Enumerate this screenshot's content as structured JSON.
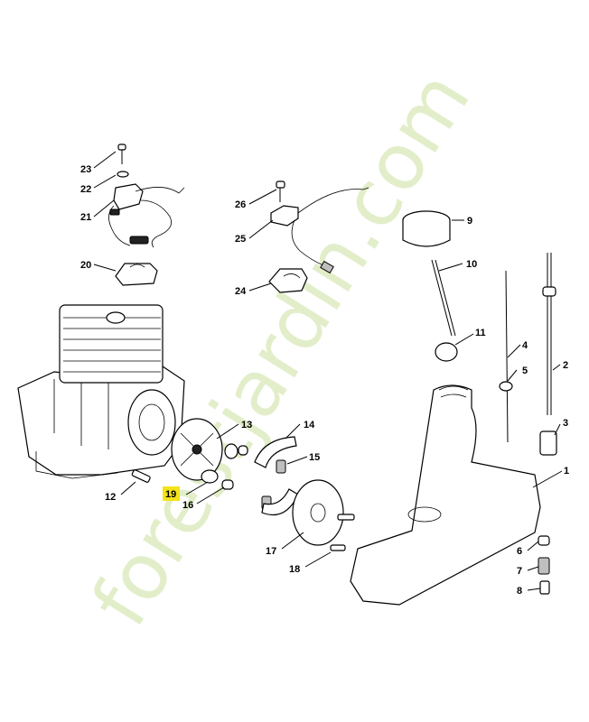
{
  "watermark": "forestjardin.com",
  "highlight_color": "#f4e31a",
  "callouts": [
    "23",
    "22",
    "21",
    "20",
    "26",
    "25",
    "24",
    "9",
    "10",
    "11",
    "4",
    "5",
    "2",
    "3",
    "1",
    "13",
    "14",
    "15",
    "12",
    "19",
    "16",
    "17",
    "18",
    "6",
    "7",
    "8"
  ]
}
